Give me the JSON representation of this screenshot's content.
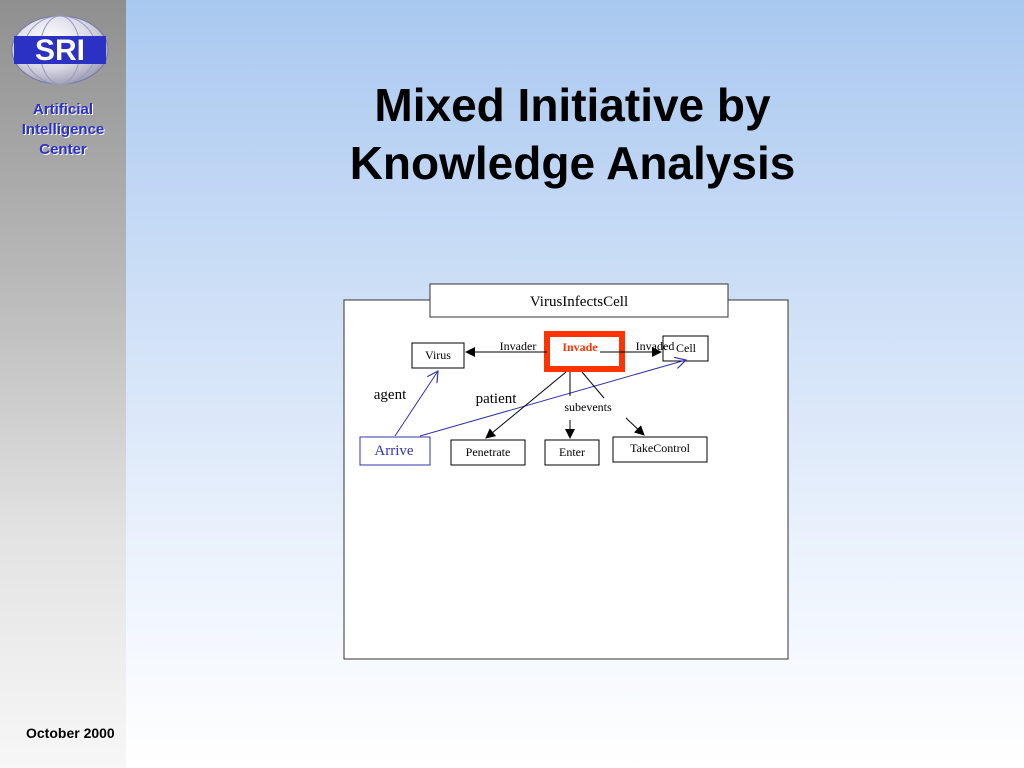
{
  "sidebar": {
    "logo_text": "SRI",
    "org_lines": [
      "Artificial",
      "Intelligence",
      "Center"
    ],
    "date": "October 2000"
  },
  "slide": {
    "title_lines": [
      "Mixed Initiative by",
      "Knowledge Analysis"
    ]
  },
  "diagram": {
    "frame_label": "VirusInfectsCell",
    "nodes": {
      "virus": "Virus",
      "invade": "Invade",
      "cell": "Cell",
      "arrive": "Arrive",
      "penetrate": "Penetrate",
      "enter": "Enter",
      "takecontrol": "TakeControl"
    },
    "edge_labels": {
      "invader": "Invader",
      "invaded": "Invaded",
      "agent": "agent",
      "patient": "patient",
      "subevents": "subevents"
    },
    "colors": {
      "invade_highlight": "#ff3300",
      "arrive_blue": "#3333aa",
      "logo_blue": "#2b31c2"
    }
  }
}
